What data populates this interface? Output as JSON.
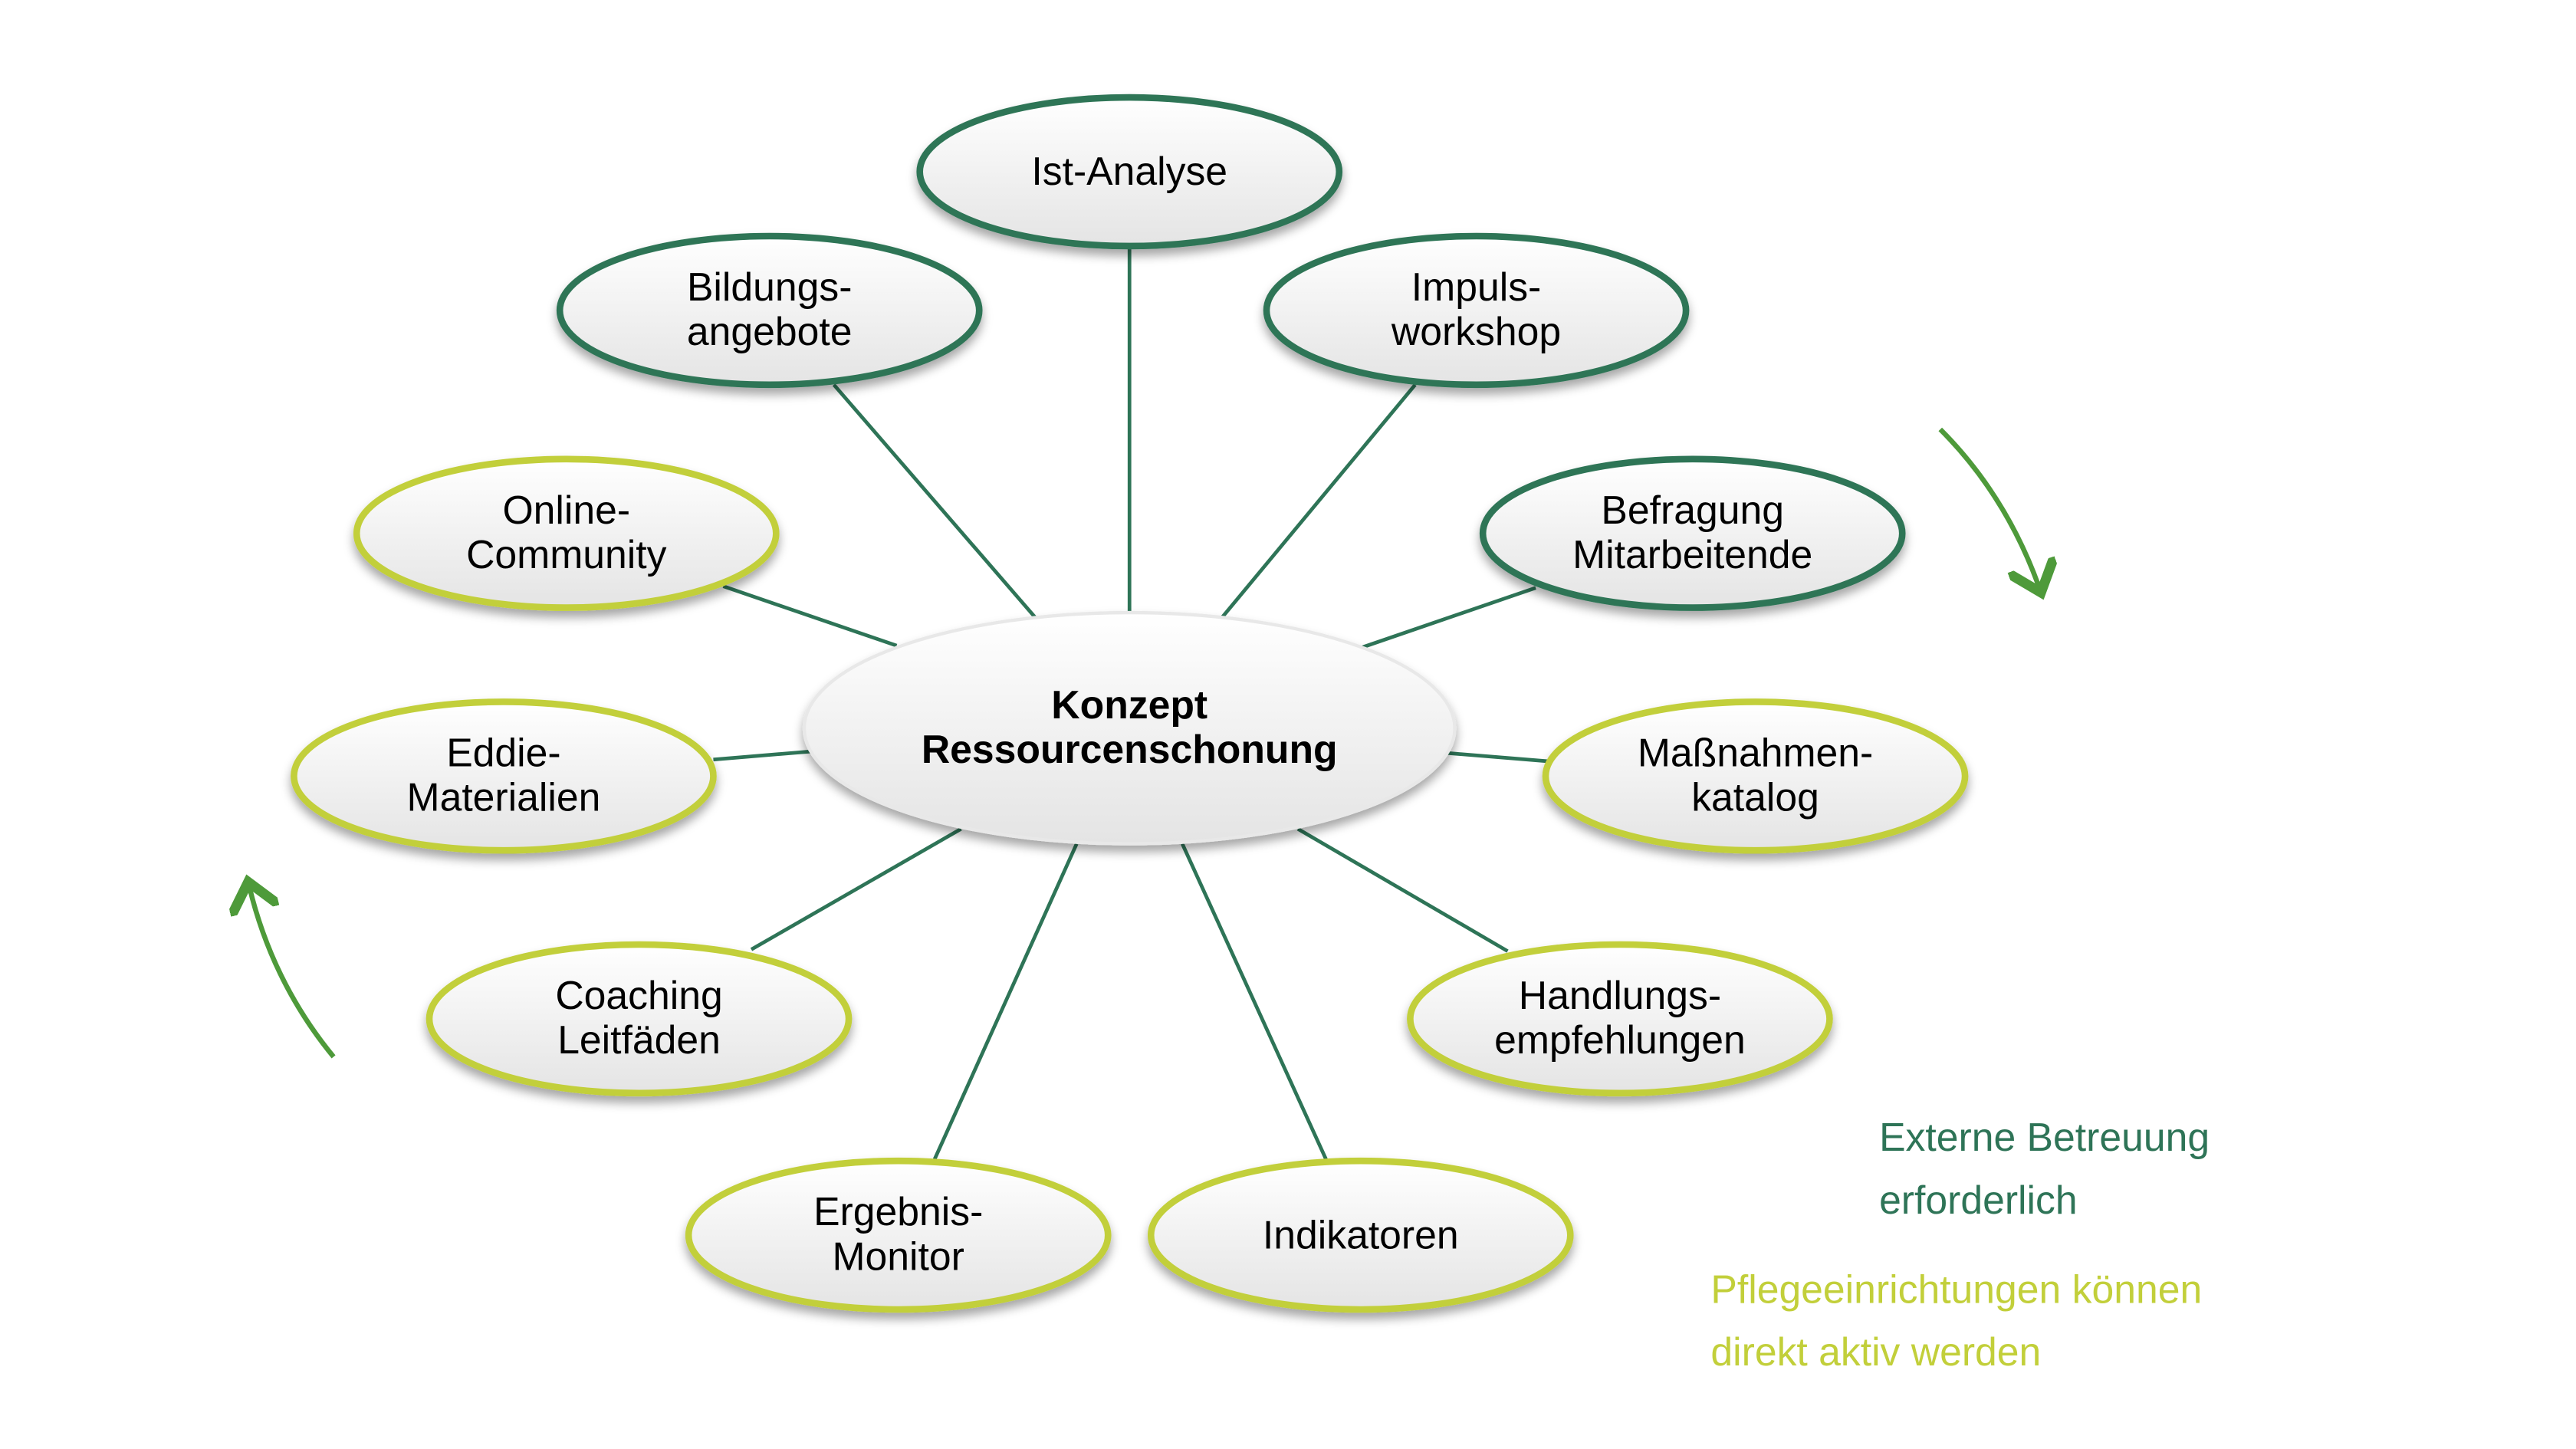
{
  "center": {
    "line1": "Konzept",
    "line2": "Ressourcenschonung"
  },
  "nodes": {
    "ist_analyse": {
      "line1": "Ist-Analyse"
    },
    "bildungsangebote": {
      "line1": "Bildungs-",
      "line2": "angebote"
    },
    "impulsworkshop": {
      "line1": "Impuls-",
      "line2": "workshop"
    },
    "befragung": {
      "line1": "Befragung",
      "line2": "Mitarbeitende"
    },
    "online_community": {
      "line1": "Online-",
      "line2": "Community"
    },
    "eddie": {
      "line1": "Eddie-",
      "line2": "Materialien"
    },
    "massnahmen": {
      "line1": "Maßnahmen-",
      "line2": "katalog"
    },
    "coaching": {
      "line1": "Coaching",
      "line2": "Leitfäden"
    },
    "handlung": {
      "line1": "Handlungs-",
      "line2": "empfehlungen"
    },
    "ergebnis": {
      "line1": "Ergebnis-",
      "line2": "Monitor"
    },
    "indikatoren": {
      "line1": "Indikatoren"
    }
  },
  "legend": {
    "external": {
      "line1": "Externe Betreuung",
      "line2": "erforderlich",
      "color": "#2e7457"
    },
    "direct": {
      "line1": "Pflegeeinrichtungen können",
      "line2": "direkt aktiv werden",
      "color": "#c2cf3a"
    }
  },
  "colors": {
    "arrow": "#4e9a3a"
  }
}
